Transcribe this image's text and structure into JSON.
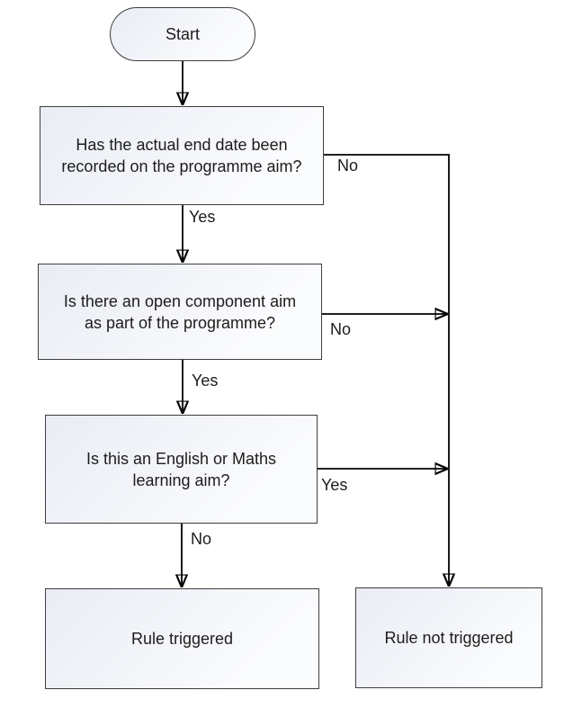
{
  "colors": {
    "background": "#ffffff",
    "line": "#000000",
    "shape_border": "#3d3d3d",
    "shape_fill_start": "#e9ecf4",
    "shape_fill_end": "#fbfcfe",
    "text": "#1c1c1c"
  },
  "flowchart": {
    "nodes": {
      "start": {
        "label": "Start"
      },
      "q1": {
        "label": "Has the actual end date been recorded on the programme aim?"
      },
      "q2": {
        "label": "Is there an open component aim as part of the programme?"
      },
      "q3": {
        "label": "Is this an English or Maths learning aim?"
      },
      "rule_triggered": {
        "label": "Rule triggered"
      },
      "rule_not_triggered": {
        "label": "Rule not triggered"
      }
    },
    "edge_labels": {
      "q1_no": "No",
      "q1_yes": "Yes",
      "q2_no": "No",
      "q2_yes": "Yes",
      "q3_yes": "Yes",
      "q3_no": "No"
    }
  }
}
